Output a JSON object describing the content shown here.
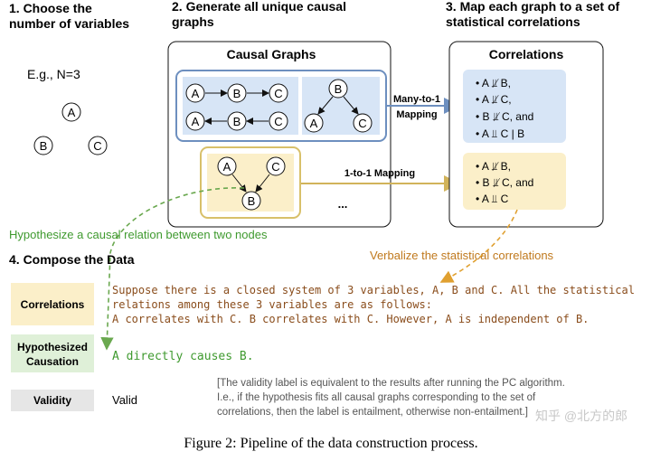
{
  "colors": {
    "blue_fill": "#d7e5f6",
    "blue_stroke": "#6d8fbf",
    "yellow_fill": "#fbefc9",
    "yellow_stroke": "#d8c06a",
    "green_text": "#3f9a2f",
    "orange_text": "#c0791d",
    "brown_text": "#8a4d1c",
    "gray_fill": "#e6e6e6"
  },
  "step1": {
    "title_line1": "1. Choose the",
    "title_line2": "number of variables",
    "example": "E.g., N=3",
    "nodes": [
      "A",
      "B",
      "C"
    ]
  },
  "step2": {
    "title_line1": "2. Generate all unique causal",
    "title_line2": "graphs",
    "panel_title": "Causal Graphs",
    "ellipsis": "..."
  },
  "step3": {
    "title_line1": "3. Map each graph to a set of",
    "title_line2": "statistical correlations",
    "panel_title": "Correlations",
    "blue_items": [
      "• A ⫫̸ B,",
      "• A ⫫̸ C,",
      "• B ⫫̸ C, and",
      "• A ⫫ C | B"
    ],
    "yellow_items": [
      "• A ⫫̸ B,",
      "• B ⫫̸ C, and",
      "• A ⫫ C"
    ]
  },
  "mapping": {
    "many_line1": "Many-to-1",
    "many_line2": "Mapping",
    "one": "1-to-1 Mapping"
  },
  "hypothesize_note": "Hypothesize a causal relation between two nodes",
  "verbalize_note": "Verbalize the statistical correlations",
  "step4": {
    "title": "4. Compose the Data",
    "labels": {
      "correlations": "Correlations",
      "hyp_line1": "Hypothesized",
      "hyp_line2": "Causation",
      "validity": "Validity"
    },
    "corr_text_line1": "Suppose there is a closed system of 3 variables, A, B and C. All the statistical",
    "corr_text_line2": "relations among these 3 variables are as follows:",
    "corr_text_line3": "A correlates with C. B correlates with C. However, A is independent of B.",
    "hyp_text": "A directly causes B.",
    "validity_text": "Valid",
    "note_line1": "[The validity label is equivalent to the results after running the PC algorithm.",
    "note_line2": "I.e., if the hypothesis fits all causal graphs corresponding to the set of",
    "note_line3": "correlations, then the label is entailment, otherwise non-entailment.]"
  },
  "watermark": "知乎 @北方的郎",
  "caption": "Figure 2: Pipeline of the data construction process."
}
